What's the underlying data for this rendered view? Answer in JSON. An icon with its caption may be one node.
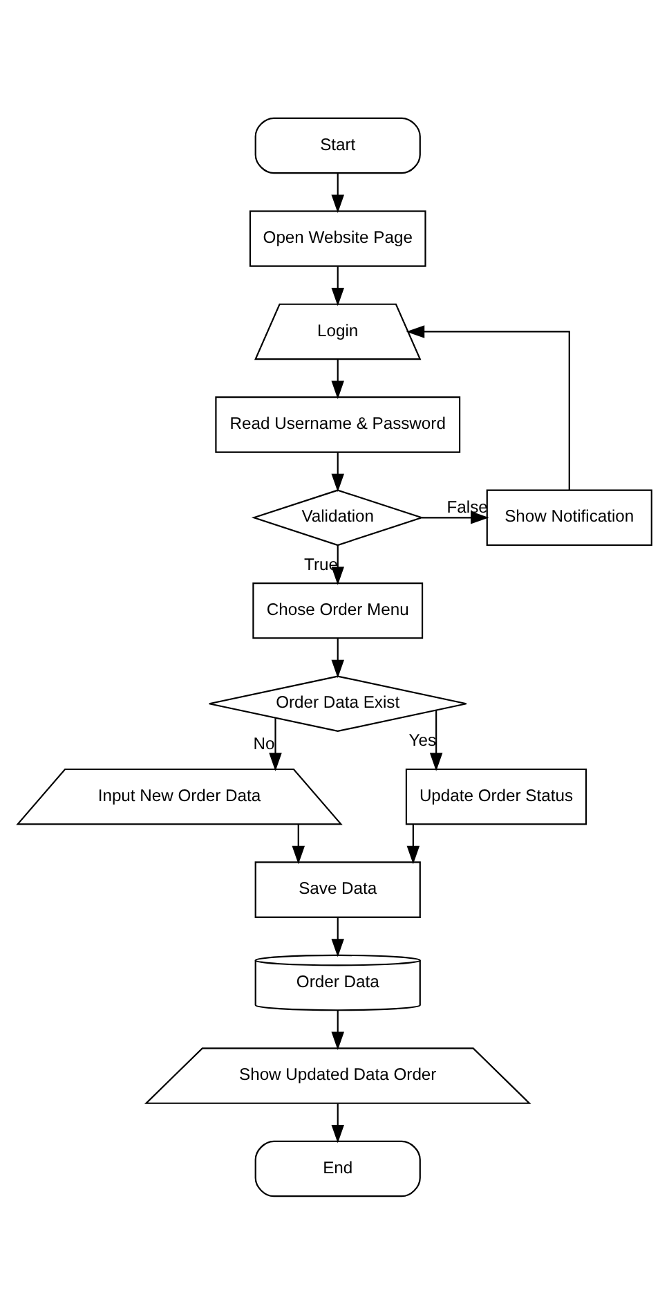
{
  "diagram": {
    "nodes": [
      {
        "text": [
          "Start"
        ]
      },
      {
        "text": [
          "Open Website Page"
        ]
      },
      {
        "text": [
          "Login"
        ]
      },
      {
        "text": [
          "Read Username & Password"
        ]
      },
      {
        "text": [
          "Validation"
        ]
      },
      {
        "text": [
          "Show Notification"
        ]
      },
      {
        "text": [
          "Chose Order Menu"
        ]
      },
      {
        "text": [
          "Order Data Exist"
        ]
      },
      {
        "text": [
          "Input New Order Data"
        ]
      },
      {
        "text": [
          "Update Order Status"
        ]
      },
      {
        "text": [
          "Save Data"
        ]
      },
      {
        "text": [
          "Order Data"
        ]
      },
      {
        "text": [
          "Show Updated Data Order"
        ]
      },
      {
        "text": [
          "End"
        ]
      }
    ],
    "edges": [
      {
        "from": 0,
        "to": 1,
        "arrow": "to"
      },
      {
        "from": 1,
        "to": 2,
        "arrow": "to"
      },
      {
        "from": 2,
        "to": 3,
        "arrow": "to"
      },
      {
        "from": 3,
        "to": 4,
        "arrow": "to"
      },
      {
        "from": 4,
        "to": 5,
        "arrow": "to",
        "label": "False"
      },
      {
        "from": 5,
        "to": 2,
        "arrow": "to"
      },
      {
        "from": 4,
        "to": 6,
        "arrow": "to",
        "label": "True"
      },
      {
        "from": 6,
        "to": 7,
        "arrow": "to"
      },
      {
        "from": 7,
        "to": 8,
        "arrow": "to",
        "label": "No"
      },
      {
        "from": 7,
        "to": 9,
        "arrow": "to",
        "label": "Yes"
      },
      {
        "from": 8,
        "to": 10,
        "arrow": "to"
      },
      {
        "from": 9,
        "to": 10,
        "arrow": "to"
      },
      {
        "from": 10,
        "to": 11,
        "arrow": "to"
      },
      {
        "from": 11,
        "to": 12,
        "arrow": "to"
      },
      {
        "from": 12,
        "to": 13,
        "arrow": "to"
      }
    ]
  }
}
